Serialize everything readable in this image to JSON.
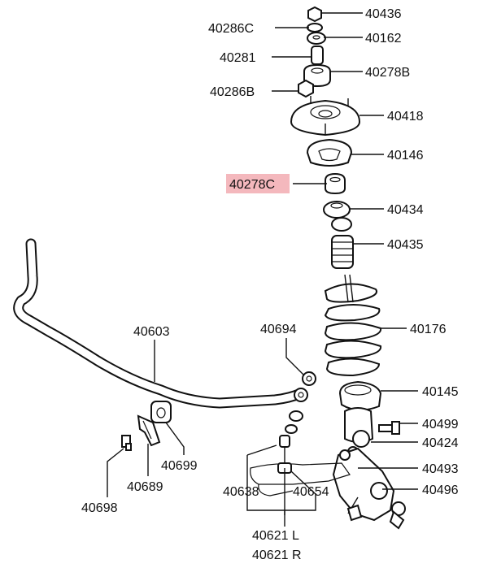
{
  "diagram": {
    "highlight_color": "#f4b8bd",
    "callouts": [
      {
        "id": "c40436",
        "text": "40436",
        "highlighted": false
      },
      {
        "id": "c40286C",
        "text": "40286C",
        "highlighted": false
      },
      {
        "id": "c40162",
        "text": "40162",
        "highlighted": false
      },
      {
        "id": "c40281",
        "text": "40281",
        "highlighted": false
      },
      {
        "id": "c40278B",
        "text": "40278B",
        "highlighted": false
      },
      {
        "id": "c40286B",
        "text": "40286B",
        "highlighted": false
      },
      {
        "id": "c40418",
        "text": "40418",
        "highlighted": false
      },
      {
        "id": "c40146",
        "text": "40146",
        "highlighted": false
      },
      {
        "id": "c40278C",
        "text": "40278C",
        "highlighted": true
      },
      {
        "id": "c40434",
        "text": "40434",
        "highlighted": false
      },
      {
        "id": "c40435",
        "text": "40435",
        "highlighted": false
      },
      {
        "id": "c40603",
        "text": "40603",
        "highlighted": false
      },
      {
        "id": "c40694",
        "text": "40694",
        "highlighted": false
      },
      {
        "id": "c40176",
        "text": "40176",
        "highlighted": false
      },
      {
        "id": "c40145",
        "text": "40145",
        "highlighted": false
      },
      {
        "id": "c40499",
        "text": "40499",
        "highlighted": false
      },
      {
        "id": "c40424",
        "text": "40424",
        "highlighted": false
      },
      {
        "id": "c40699",
        "text": "40699",
        "highlighted": false
      },
      {
        "id": "c40493",
        "text": "40493",
        "highlighted": false
      },
      {
        "id": "c40689",
        "text": "40689",
        "highlighted": false
      },
      {
        "id": "c40638",
        "text": "40638",
        "highlighted": false
      },
      {
        "id": "c40654",
        "text": "40654",
        "highlighted": false
      },
      {
        "id": "c40496",
        "text": "40496",
        "highlighted": false
      },
      {
        "id": "c40698",
        "text": "40698",
        "highlighted": false
      },
      {
        "id": "c40621L",
        "text": "40621 L",
        "highlighted": false
      },
      {
        "id": "c40621R",
        "text": "40621 R",
        "highlighted": false
      }
    ]
  }
}
